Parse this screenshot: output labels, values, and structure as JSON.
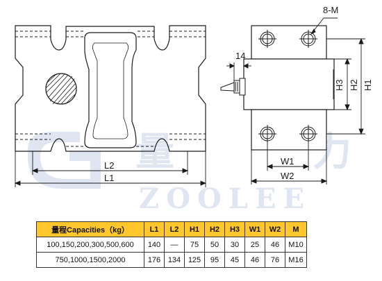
{
  "labels": {
    "eight_m": "8-M",
    "fourteen": "14",
    "l1": "L1",
    "l2": "L2",
    "w1": "W1",
    "w2": "W2",
    "h1": "H1",
    "h2": "H2",
    "h3": "H3"
  },
  "watermark": {
    "latin": "ZOOLEE",
    "glyph_left": "量",
    "glyph_right": "力"
  },
  "table": {
    "headers": [
      "量程Capacities（kg）",
      "L1",
      "L2",
      "H1",
      "H2",
      "H3",
      "W1",
      "W2",
      "M"
    ],
    "rows": [
      [
        "100,150,200,300,500,600",
        "140",
        "—",
        "75",
        "50",
        "30",
        "25",
        "46",
        "M10"
      ],
      [
        "750,1000,1500,2000",
        "176",
        "134",
        "125",
        "95",
        "45",
        "46",
        "76",
        "M16"
      ]
    ]
  },
  "colors": {
    "header_bg": "#ffc72c",
    "watermark": "#dfe6f2",
    "line": "#1a1a1a"
  }
}
